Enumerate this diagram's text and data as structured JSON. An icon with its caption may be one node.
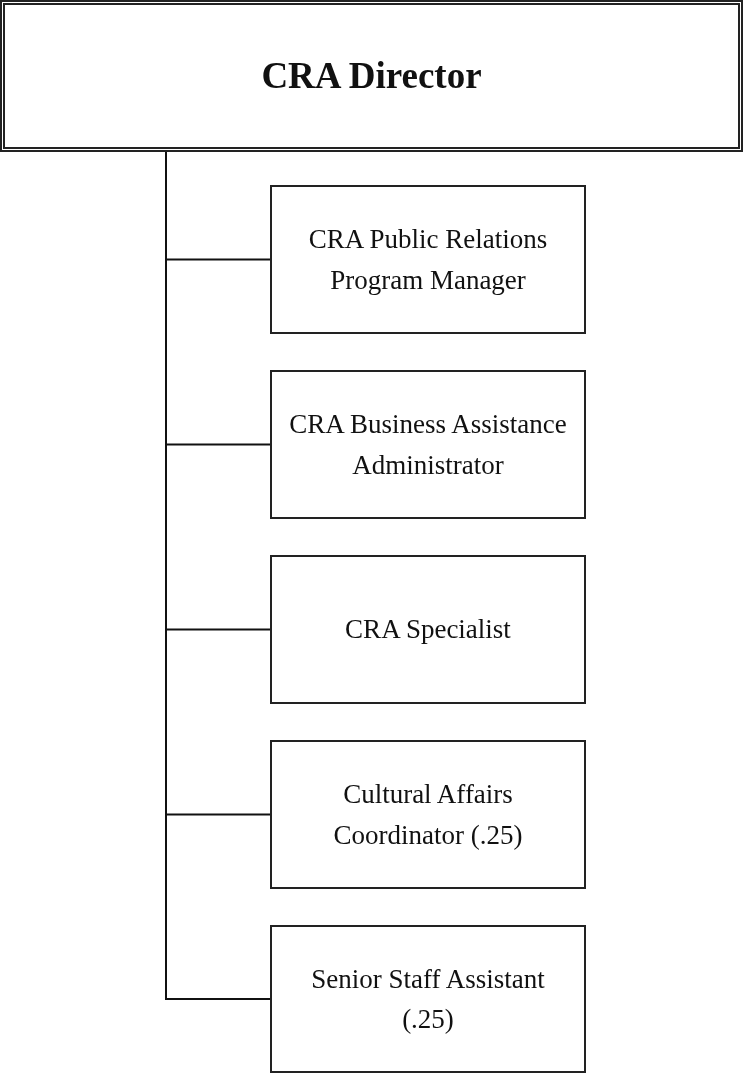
{
  "diagram": {
    "nodes": [
      {
        "text": [
          "CRA Director"
        ]
      },
      {
        "text": [
          "CRA Public Relations Program Manager"
        ]
      },
      {
        "text": [
          "CRA Business Assistance Administrator"
        ]
      },
      {
        "text": [
          "CRA Specialist"
        ]
      },
      {
        "text": [
          "Cultural Affairs Coordinator (.25)"
        ]
      },
      {
        "text": [
          "Senior Staff Assistant (.25)"
        ]
      }
    ],
    "edges": [
      {
        "from": 0,
        "to": 1,
        "arrow": "none"
      },
      {
        "from": 0,
        "to": 2,
        "arrow": "none"
      },
      {
        "from": 0,
        "to": 3,
        "arrow": "none"
      },
      {
        "from": 0,
        "to": 4,
        "arrow": "none"
      },
      {
        "from": 0,
        "to": 5,
        "arrow": "none"
      }
    ]
  }
}
